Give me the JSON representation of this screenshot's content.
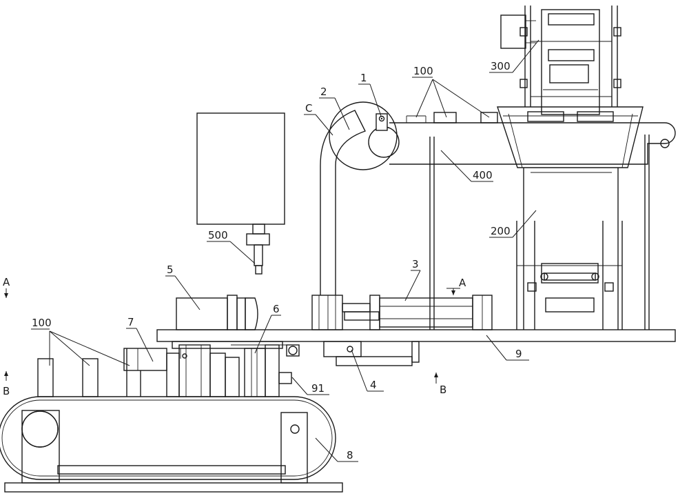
{
  "labels": {
    "l_300": "300",
    "l_100_top": "100",
    "l_1": "1",
    "l_2": "2",
    "l_c": "C",
    "l_400": "400",
    "l_200": "200",
    "l_500": "500",
    "l_3": "3",
    "l_a_right": "A",
    "l_5": "5",
    "l_6": "6",
    "l_7": "7",
    "l_100_left": "100",
    "l_a_left": "A",
    "l_b_left": "B",
    "l_9": "9",
    "l_4": "4",
    "l_b_right": "B",
    "l_91": "91",
    "l_8": "8"
  }
}
